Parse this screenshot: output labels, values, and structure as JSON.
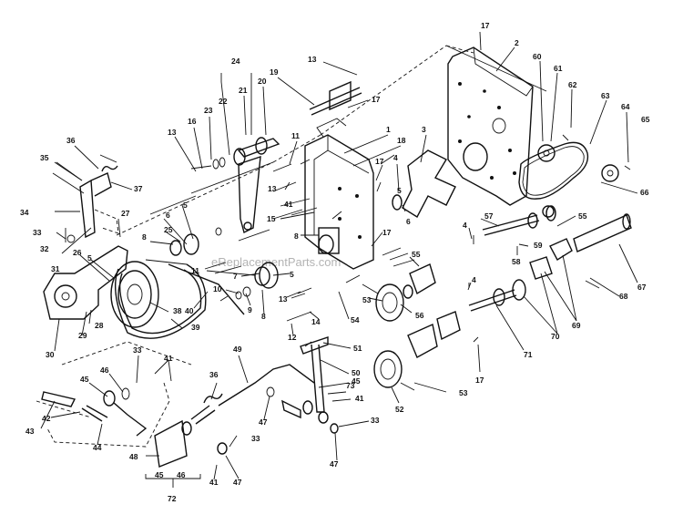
{
  "watermark": "eReplacementParts.com",
  "labels": [
    {
      "id": "l17a",
      "text": "17"
    },
    {
      "id": "l2",
      "text": "2"
    },
    {
      "id": "l13a",
      "text": "13"
    },
    {
      "id": "l24",
      "text": "24"
    },
    {
      "id": "l19",
      "text": "19"
    },
    {
      "id": "l17b",
      "text": "17"
    },
    {
      "id": "l21",
      "text": "21"
    },
    {
      "id": "l20",
      "text": "20"
    },
    {
      "id": "l22",
      "text": "22"
    },
    {
      "id": "l23",
      "text": "23"
    },
    {
      "id": "l16",
      "text": "16"
    },
    {
      "id": "l13b",
      "text": "13"
    },
    {
      "id": "l11a",
      "text": "11"
    },
    {
      "id": "l1",
      "text": "1"
    },
    {
      "id": "l18",
      "text": "18"
    },
    {
      "id": "l3",
      "text": "3"
    },
    {
      "id": "l60",
      "text": "60"
    },
    {
      "id": "l61",
      "text": "61"
    },
    {
      "id": "l62",
      "text": "62"
    },
    {
      "id": "l63",
      "text": "63"
    },
    {
      "id": "l64",
      "text": "64"
    },
    {
      "id": "l65",
      "text": "65"
    },
    {
      "id": "l66",
      "text": "66"
    },
    {
      "id": "l36a",
      "text": "36"
    },
    {
      "id": "l35",
      "text": "35"
    },
    {
      "id": "l37",
      "text": "37"
    },
    {
      "id": "l34",
      "text": "34"
    },
    {
      "id": "l33a",
      "text": "33"
    },
    {
      "id": "l32",
      "text": "32"
    },
    {
      "id": "l31",
      "text": "31"
    },
    {
      "id": "l27",
      "text": "27"
    },
    {
      "id": "l6a",
      "text": "6"
    },
    {
      "id": "l5a",
      "text": "5"
    },
    {
      "id": "l8a",
      "text": "8"
    },
    {
      "id": "l25",
      "text": "25"
    },
    {
      "id": "l26",
      "text": "26"
    },
    {
      "id": "l5b",
      "text": "5"
    },
    {
      "id": "l17c",
      "text": "17"
    },
    {
      "id": "l4a",
      "text": "4"
    },
    {
      "id": "l13c",
      "text": "13"
    },
    {
      "id": "l41a",
      "text": "41"
    },
    {
      "id": "l15",
      "text": "15"
    },
    {
      "id": "l5c",
      "text": "5"
    },
    {
      "id": "l6b",
      "text": "6"
    },
    {
      "id": "l8b",
      "text": "8"
    },
    {
      "id": "l17d",
      "text": "17"
    },
    {
      "id": "l57",
      "text": "57"
    },
    {
      "id": "l55a",
      "text": "55"
    },
    {
      "id": "l4b",
      "text": "4"
    },
    {
      "id": "l59",
      "text": "59"
    },
    {
      "id": "l58",
      "text": "58"
    },
    {
      "id": "l55b",
      "text": "55"
    },
    {
      "id": "l67",
      "text": "67"
    },
    {
      "id": "l11b",
      "text": "11"
    },
    {
      "id": "l7",
      "text": "7"
    },
    {
      "id": "l5d",
      "text": "5"
    },
    {
      "id": "l10",
      "text": "10"
    },
    {
      "id": "l9",
      "text": "9"
    },
    {
      "id": "l8c",
      "text": "8"
    },
    {
      "id": "l40",
      "text": "40"
    },
    {
      "id": "l13d",
      "text": "13"
    },
    {
      "id": "l53a",
      "text": "53"
    },
    {
      "id": "l4c",
      "text": "4"
    },
    {
      "id": "l68",
      "text": "68"
    },
    {
      "id": "l69",
      "text": "69"
    },
    {
      "id": "l28",
      "text": "28"
    },
    {
      "id": "l29",
      "text": "29"
    },
    {
      "id": "l38",
      "text": "38"
    },
    {
      "id": "l30",
      "text": "30"
    },
    {
      "id": "l39",
      "text": "39"
    },
    {
      "id": "l14",
      "text": "14"
    },
    {
      "id": "l54",
      "text": "54"
    },
    {
      "id": "l56",
      "text": "56"
    },
    {
      "id": "l12",
      "text": "12"
    },
    {
      "id": "l70",
      "text": "70"
    },
    {
      "id": "l71",
      "text": "71"
    },
    {
      "id": "l51",
      "text": "51"
    },
    {
      "id": "l33b",
      "text": "33"
    },
    {
      "id": "l41b",
      "text": "41"
    },
    {
      "id": "l49",
      "text": "49"
    },
    {
      "id": "l50",
      "text": "50"
    },
    {
      "id": "l45a",
      "text": "45"
    },
    {
      "id": "l73",
      "text": "73"
    },
    {
      "id": "l41c",
      "text": "41"
    },
    {
      "id": "l17e",
      "text": "17"
    },
    {
      "id": "l45b",
      "text": "45"
    },
    {
      "id": "l46a",
      "text": "46"
    },
    {
      "id": "l36b",
      "text": "36"
    },
    {
      "id": "l53b",
      "text": "53"
    },
    {
      "id": "l52",
      "text": "52"
    },
    {
      "id": "l43",
      "text": "43"
    },
    {
      "id": "l42",
      "text": "42"
    },
    {
      "id": "l44",
      "text": "44"
    },
    {
      "id": "l47a",
      "text": "47"
    },
    {
      "id": "l33c",
      "text": "33"
    },
    {
      "id": "l33d",
      "text": "33"
    },
    {
      "id": "l47b",
      "text": "47"
    },
    {
      "id": "l48",
      "text": "48"
    },
    {
      "id": "l47c",
      "text": "47"
    },
    {
      "id": "l41d",
      "text": "41"
    },
    {
      "id": "l45c",
      "text": "45"
    },
    {
      "id": "l46b",
      "text": "46"
    },
    {
      "id": "l72",
      "text": "72"
    }
  ]
}
